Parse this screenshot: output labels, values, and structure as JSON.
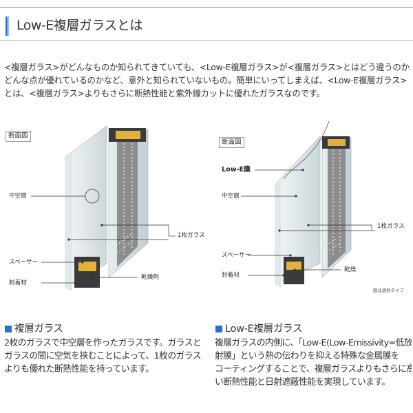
{
  "header": {
    "title": "Low-E複層ガラスとは"
  },
  "intro": {
    "lines": [
      "<複層ガラス>がどんなものか知られてきていても、<Low-E複層ガラス>が<複層ガラス>とはどう違うのか、",
      "どんな点が優れているのかなど、意外と知られていないもの。簡単にいってしまえば、<Low-E複層ガラス>",
      "とは、<複層ガラス>よりもさらに断熱性能と紫外線カットに優れたガラスなのです。"
    ]
  },
  "diagram_left": {
    "section_label": "断面図",
    "labels": {
      "hollow": "中空層",
      "single_glass": "1枚ガラス",
      "spacer": "スペーサー",
      "desiccant": "乾燥剤",
      "sealant": "封着材"
    }
  },
  "diagram_right": {
    "section_label": "断面図",
    "labels": {
      "lowe_film": "Low-E膜",
      "hollow": "中空層",
      "single_glass": "1枚ガラス",
      "spacer": "スペーサー",
      "desiccant": "乾燥",
      "sealant": "封着材"
    },
    "note": "図は遮熱タイプ"
  },
  "left_section": {
    "title": "複層ガラス",
    "lines": [
      "2枚のガラスで中空層を作ったガラスです。ガラスと",
      "ガラスの間に空気を挟むことによって、1枚のガラス",
      "よりも優れた断熱性能を持っています。"
    ]
  },
  "right_section": {
    "title": "Low-E複層ガラス",
    "lines": [
      "複層ガラスの内側に、「Low-E(Low-Emissivity=低放",
      "射膜」という熱の伝わりを抑える特殊な金属膜を",
      "コーティングすることで、複層ガラスよりもさらに高",
      "い断熱性能と日射遮蔽性能を実現しています。"
    ]
  },
  "colors": {
    "accent": "#2b6ed6",
    "glass": "#d9e4e6",
    "frame_dark": "#7c7c7c",
    "desiccant": "#e3b23c"
  }
}
